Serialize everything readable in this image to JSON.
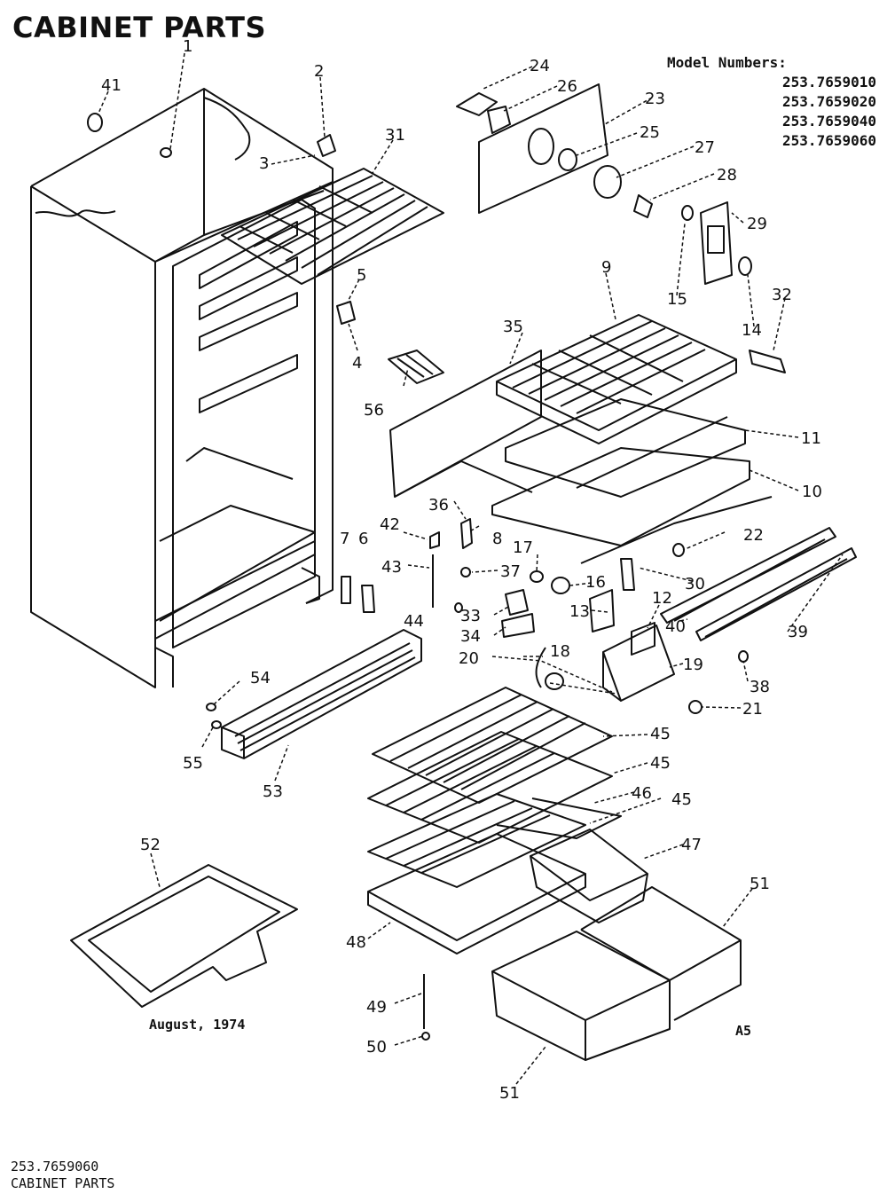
{
  "header": {
    "title": "CABINET PARTS",
    "model_label": "Model Numbers:",
    "model_numbers": [
      "253.7659010",
      "253.7659020",
      "253.7659040",
      "253.7659060"
    ]
  },
  "notes": {
    "date": "August, 1974",
    "code": "A5"
  },
  "footer": {
    "line1": "253.7659060",
    "line2": "CABINET PARTS"
  },
  "part_callouts": [
    "1",
    "2",
    "3",
    "4",
    "5",
    "6",
    "7",
    "8",
    "9",
    "10",
    "11",
    "12",
    "13",
    "14",
    "15",
    "16",
    "17",
    "18",
    "19",
    "20",
    "21",
    "22",
    "23",
    "24",
    "25",
    "26",
    "27",
    "28",
    "29",
    "30",
    "31",
    "32",
    "33",
    "34",
    "35",
    "36",
    "37",
    "38",
    "39",
    "40",
    "41",
    "42",
    "43",
    "44",
    "45",
    "45",
    "45",
    "46",
    "47",
    "48",
    "49",
    "50",
    "51",
    "51",
    "52",
    "53",
    "54",
    "55",
    "56"
  ]
}
